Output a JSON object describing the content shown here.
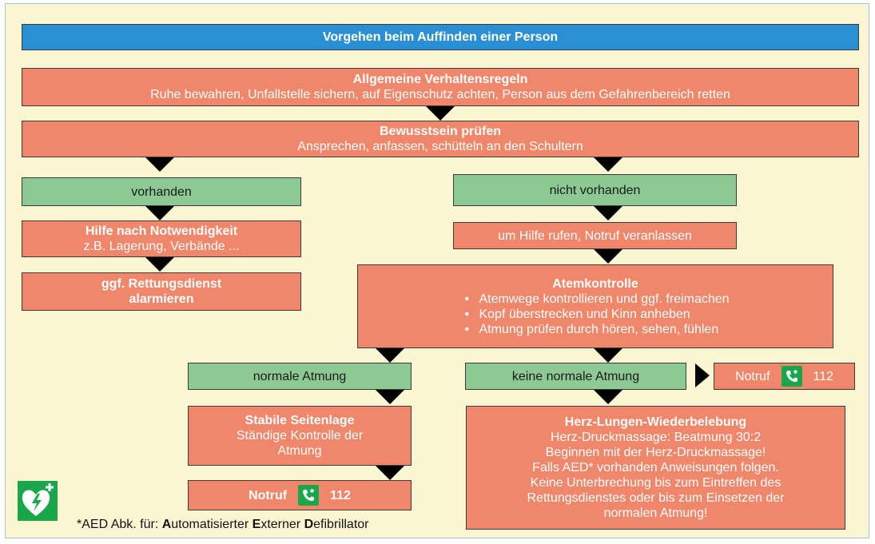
{
  "header": {
    "title": "Vorgehen beim Auffinden einer Person"
  },
  "general": {
    "title": "Allgemeine Verhaltensregeln",
    "text": "Ruhe bewahren, Unfallstelle sichern, auf Eigenschutz achten, Person aus dem Gefahrenbereich retten"
  },
  "consciousness": {
    "title": "Bewusstsein prüfen",
    "text": "Ansprechen, anfassen, schütteln an den Schultern"
  },
  "present": {
    "label": "vorhanden",
    "help_title": "Hilfe nach Notwendigkeit",
    "help_text": "z.B. Lagerung, Verbände ...",
    "alarm_line1": "ggf. Rettungsdienst",
    "alarm_line2": "alarmieren"
  },
  "absent": {
    "label": "nicht vorhanden",
    "call": "um Hilfe rufen, Notruf veranlassen"
  },
  "breathing_check": {
    "title": "Atemkontrolle",
    "items": [
      "Atemwege kontrollieren und ggf. freimachen",
      "Kopf überstrecken und Kinn anheben",
      "Atmung prüfen durch hören, sehen, fühlen"
    ]
  },
  "normal": {
    "label": "normale Atmung",
    "title": "Stabile Seitenlage",
    "line1": "Ständige Kontrolle der",
    "line2": "Atmung",
    "notruf": "Notruf",
    "number": "112"
  },
  "abnormal": {
    "label": "keine normale Atmung",
    "notruf": "Notruf",
    "number": "112",
    "cpr_title": "Herz-Lungen-Wiederbelebung",
    "cpr_lines": [
      "Herz-Druckmassage: Beatmung 30:2",
      "Beginnen mit der Herz-Druckmassage!",
      "Falls AED* vorhanden Anweisungen folgen.",
      "Keine Unterbrechung bis zum Eintreffen des",
      "Rettungsdienstes oder bis zum Einsetzen der",
      "normalen Atmung!"
    ]
  },
  "footnote": {
    "prefix": "*AED Abk. für: ",
    "a1": "A",
    "a2": "utomatisierter ",
    "e1": "E",
    "e2": "xterner ",
    "d1": "D",
    "d2": "efibrillator"
  },
  "colors": {
    "header": "#2b8fd3",
    "action": "#f0866a",
    "decision": "#8dc993",
    "phone_icon": "#1aa64a",
    "background": "#fdf6d2"
  },
  "icons": [
    "phone-icon",
    "aed-heart-icon"
  ]
}
